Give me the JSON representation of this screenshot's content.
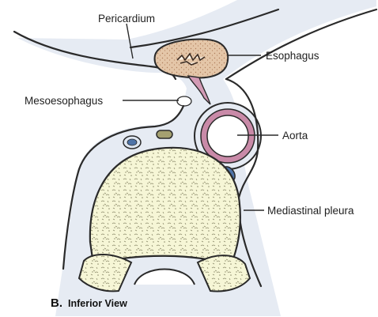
{
  "labels": {
    "pericardium": "Pericardium",
    "esophagus": "Esophagus",
    "mesoesophagus": "Mesoesophagus",
    "aorta": "Aorta",
    "mediastinal_pleura": "Mediastinal pleura"
  },
  "caption": {
    "letter": "B.",
    "text": "Inferior View"
  },
  "colors": {
    "esophagus_fill": "#e4c6a8",
    "aorta_ring": "#c98aa8",
    "pleural_space": "#e6ebf3",
    "vertebral_body": "#f6f6d6",
    "vessel_blue": "#4f74a8",
    "vessel_olive": "#a4a070"
  }
}
